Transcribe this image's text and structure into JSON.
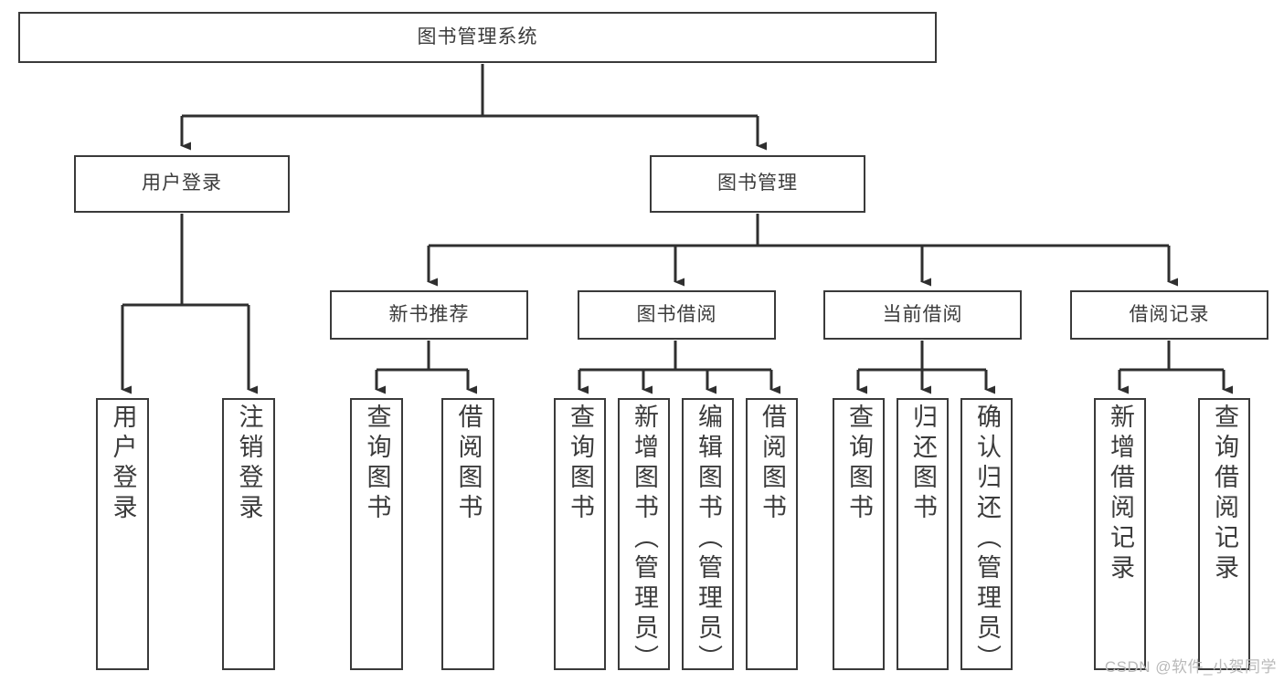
{
  "diagram": {
    "type": "tree",
    "title": "图书管理系统",
    "watermark": "CSDN @软件_小贺同学",
    "colors": {
      "background": "#ffffff",
      "box_border": "#3a3a3a",
      "connector": "#2f2f2f",
      "text": "#3b3b3b",
      "watermark": "#b9b9b9"
    },
    "nodes": {
      "root": {
        "label": "图书管理系统"
      },
      "level2": [
        {
          "id": "user-login",
          "label": "用户登录"
        },
        {
          "id": "book-manage",
          "label": "图书管理"
        }
      ],
      "level3": [
        {
          "id": "new-book-recommend",
          "label": "新书推荐"
        },
        {
          "id": "book-borrow",
          "label": "图书借阅"
        },
        {
          "id": "current-borrow",
          "label": "当前借阅"
        },
        {
          "id": "borrow-record",
          "label": "借阅记录"
        }
      ],
      "leaves": {
        "user_login": [
          {
            "id": "leaf-user-login",
            "label": "用户登录"
          },
          {
            "id": "leaf-logout",
            "label": "注销登录"
          }
        ],
        "new_book_recommend": [
          {
            "id": "leaf-query-book-1",
            "label": "查询图书"
          },
          {
            "id": "leaf-borrow-book-1",
            "label": "借阅图书"
          }
        ],
        "book_borrow": [
          {
            "id": "leaf-query-book-2",
            "label": "查询图书"
          },
          {
            "id": "leaf-add-book",
            "label": "新增图书（管理员）"
          },
          {
            "id": "leaf-edit-book",
            "label": "编辑图书（管理员）"
          },
          {
            "id": "leaf-borrow-book-2",
            "label": "借阅图书"
          }
        ],
        "current_borrow": [
          {
            "id": "leaf-query-book-3",
            "label": "查询图书"
          },
          {
            "id": "leaf-return-book",
            "label": "归还图书"
          },
          {
            "id": "leaf-confirm-return",
            "label": "确认归还（管理员）"
          }
        ],
        "borrow_record": [
          {
            "id": "leaf-add-record",
            "label": "新增借阅记录"
          },
          {
            "id": "leaf-query-record",
            "label": "查询借阅记录"
          }
        ]
      }
    }
  }
}
